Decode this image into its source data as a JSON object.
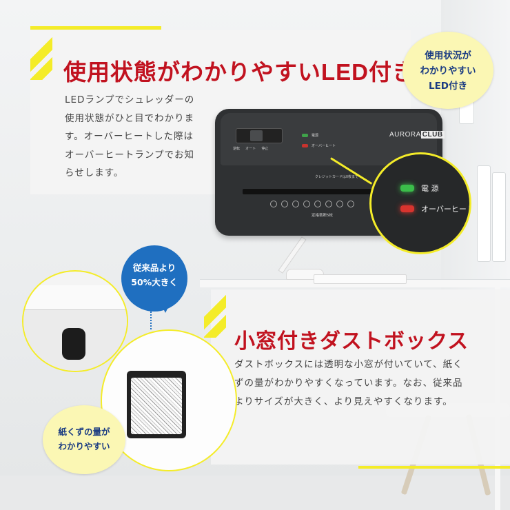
{
  "section1": {
    "title": "使用状態がわかりやすいLED付き",
    "body": "LEDランプでシュレッダーの使用状態がひと目でわかります。オーバーヒートした際はオーバーヒートランプでお知らせします。",
    "bubble": [
      "使用状況が",
      "わかりやすい",
      "LED付き"
    ]
  },
  "shredder": {
    "brand_text": "AURORA",
    "brand_box": "CLUB",
    "led_power_label": "電源",
    "led_overheat_label": "オーバーヒート",
    "card_label": "クレジットカードはII枚まで",
    "capacity_label": "定格裁断5枚",
    "switch_labels": "逆転 　 オート 　 停止"
  },
  "zoom": {
    "power_label": "電 源",
    "overheat_label": "オーバーヒート"
  },
  "badge": [
    "従来品より",
    "50%大きく"
  ],
  "section2": {
    "title": "小窓付きダストボックス",
    "body": "ダストボックスには透明な小窓が付いていて、紙くずの量がわかりやすくなっています。なお、従来品よりサイズが大きく、より見えやすくなります。",
    "bubble": [
      "紙くずの量が",
      "わかりやすい"
    ]
  },
  "colors": {
    "accent_red": "#c1121f",
    "accent_yellow": "#f4ec29",
    "accent_blue": "#1f6fc0",
    "bubble_text": "#1a3b82"
  }
}
